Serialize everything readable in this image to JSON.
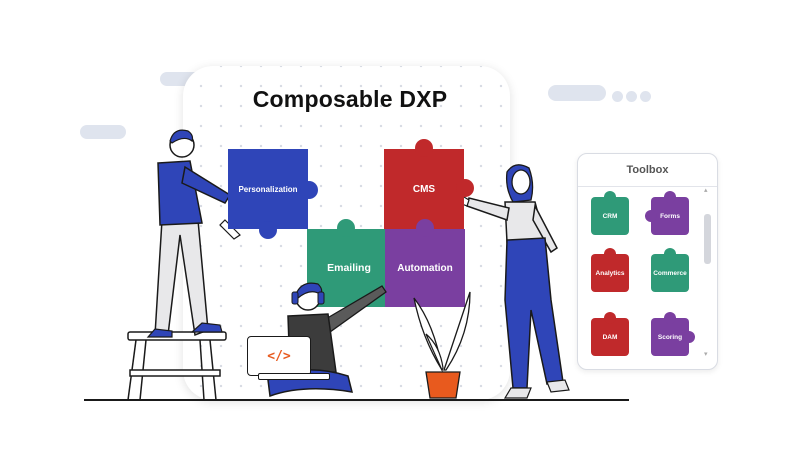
{
  "board": {
    "title": "Composable DXP"
  },
  "pieces": {
    "personalization": "Personalization",
    "cms": "CMS",
    "emailing": "Emailing",
    "automation": "Automation"
  },
  "laptop": {
    "code_icon": "</>"
  },
  "toolbox": {
    "title": "Toolbox",
    "items": [
      "CRM",
      "Forms",
      "Analytics",
      "Commerce",
      "DAM",
      "Scoring"
    ]
  },
  "colors": {
    "blue": "#2f45b8",
    "red": "#c0292b",
    "green": "#2f9a78",
    "purple": "#7a3fa0",
    "pot": "#e85a1e"
  }
}
